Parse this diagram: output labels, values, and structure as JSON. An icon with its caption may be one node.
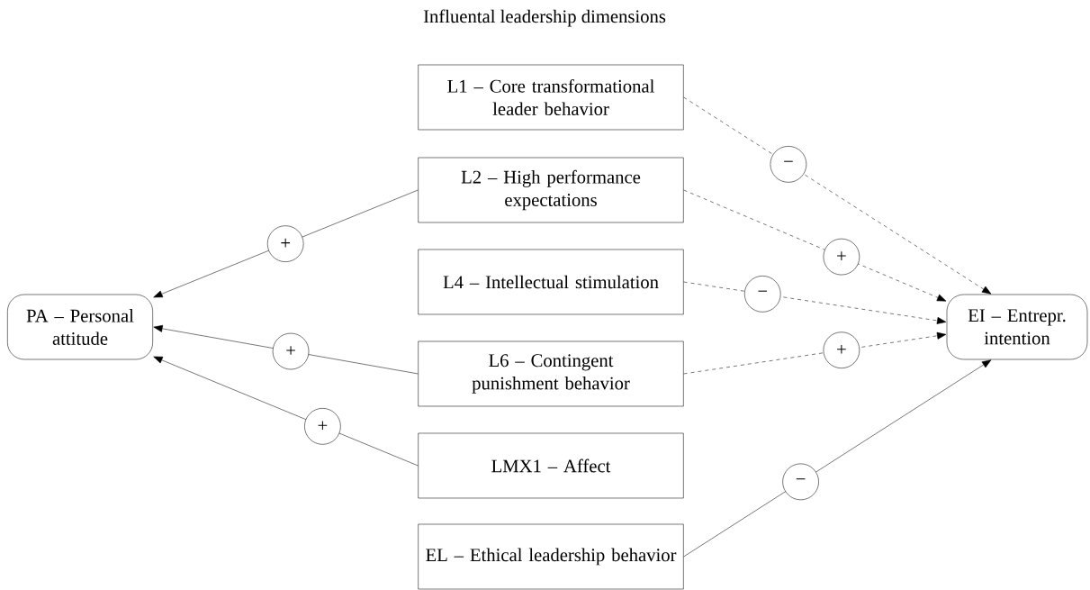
{
  "diagram": {
    "title": "Influental leadership dimensions",
    "nodes": [
      {
        "text": [
          "L1 – Core transformational leader behavior"
        ]
      },
      {
        "text": [
          "L2 – High performance expectations"
        ]
      },
      {
        "text": [
          "L4 – Intellectual stimulation"
        ]
      },
      {
        "text": [
          "L6 – Contingent punishment behavior"
        ]
      },
      {
        "text": [
          "LMX1 – Affect"
        ]
      },
      {
        "text": [
          "EL – Ethical leadership behavior"
        ]
      },
      {
        "text": [
          "PA – Personal attitude"
        ]
      },
      {
        "text": [
          "EI – Entrepr. intention"
        ]
      }
    ],
    "edges": [
      {
        "from": 0,
        "to": 7,
        "arrow": "to",
        "label": "−",
        "style": "dashed"
      },
      {
        "from": 1,
        "to": 7,
        "arrow": "to",
        "label": "+",
        "style": "dashed"
      },
      {
        "from": 2,
        "to": 7,
        "arrow": "to",
        "label": "−",
        "style": "dashed"
      },
      {
        "from": 3,
        "to": 7,
        "arrow": "to",
        "label": "+",
        "style": "dashed"
      },
      {
        "from": 5,
        "to": 7,
        "arrow": "to",
        "label": "−"
      },
      {
        "from": 1,
        "to": 6,
        "arrow": "to",
        "label": "+"
      },
      {
        "from": 3,
        "to": 6,
        "arrow": "to",
        "label": "+"
      },
      {
        "from": 4,
        "to": 6,
        "arrow": "to",
        "label": "+"
      }
    ]
  }
}
